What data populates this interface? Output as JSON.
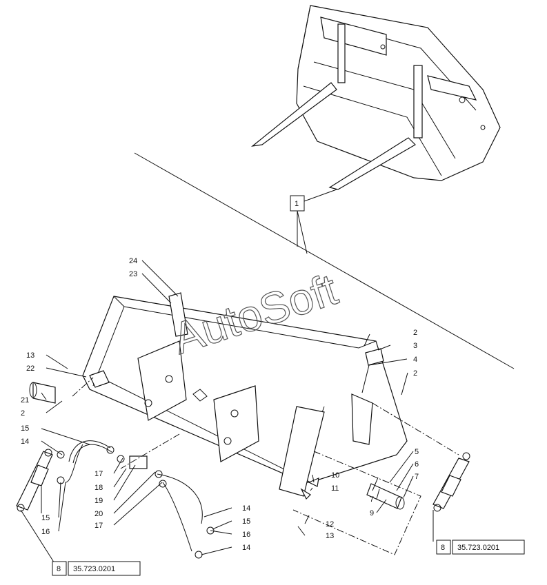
{
  "watermark": "AutoSoft",
  "main_callout": "1",
  "part_labels": [
    "24",
    "23",
    "2",
    "3",
    "4",
    "2",
    "13",
    "22",
    "21",
    "2",
    "15",
    "14",
    "17",
    "18",
    "19",
    "20",
    "17",
    "15",
    "16",
    "14",
    "15",
    "16",
    "14",
    "5",
    "6",
    "7",
    "10",
    "11",
    "7",
    "9",
    "12",
    "13"
  ],
  "references": [
    {
      "box": "8",
      "code": "35.723.0201"
    },
    {
      "box": "8",
      "code": "35.723.0201"
    }
  ]
}
